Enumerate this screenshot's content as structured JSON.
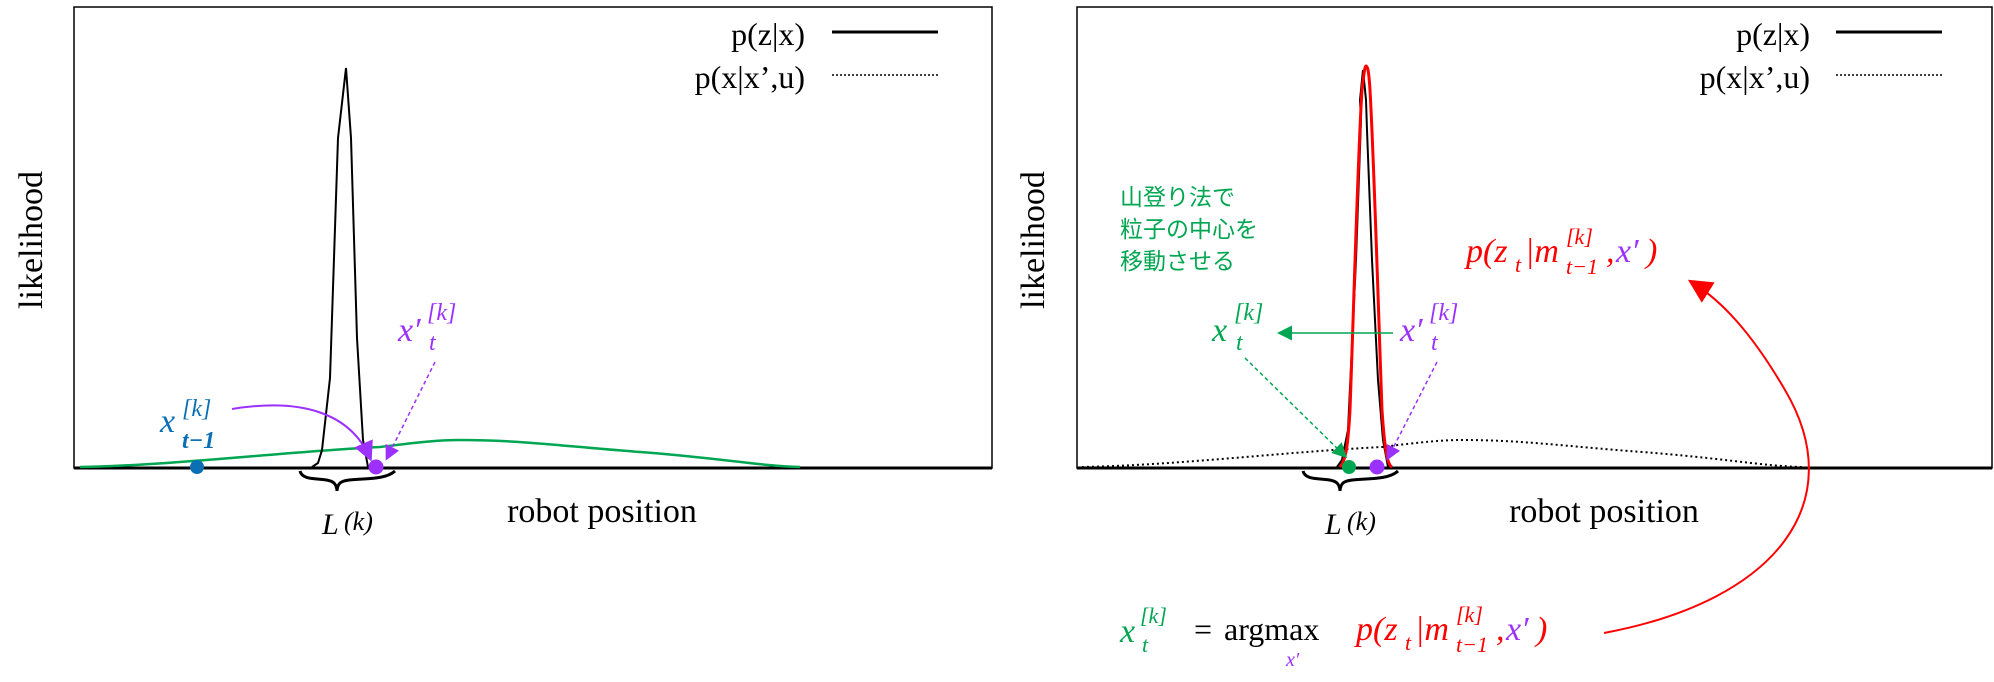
{
  "colors": {
    "black": "#000000",
    "green": "#00a651",
    "purple": "#9b30ff",
    "blue": "#0a6fb4",
    "red": "#ff0000",
    "frame": "#000000"
  },
  "left_panel": {
    "legend": {
      "item1": "p(z|x)",
      "item2": "p(x|x’,u)"
    },
    "ylabel": "likelihood",
    "xlabel": "robot position",
    "brace_label_L": "L",
    "brace_label_k": "(k)",
    "prev_particle": {
      "base": "x",
      "sup": "[k]",
      "sub": "t−1"
    },
    "pred_particle": {
      "base": "x′",
      "sup": "[k]",
      "sub": "t"
    }
  },
  "right_panel": {
    "legend": {
      "item1": "p(z|x)",
      "item2": "p(x|x’,u)"
    },
    "ylabel": "likelihood",
    "xlabel": "robot position",
    "brace_label_L": "L",
    "brace_label_k": "(k)",
    "note_line1": "山登り法で",
    "note_line2": "粒子の中心を",
    "note_line3": "移動させる",
    "new_particle": {
      "base": "x",
      "sup": "[k]",
      "sub": "t"
    },
    "pred_particle": {
      "base": "x′",
      "sup": "[k]",
      "sub": "t"
    },
    "likelihood_expr": {
      "p_open": "p(z",
      "z_sub": "t",
      "bar_m": "|m",
      "m_sup": "[k]",
      "m_sub": "t−1",
      "comma": ",",
      "xprime": "x′",
      "close": ")"
    },
    "equation": {
      "lhs_base": "x",
      "lhs_sup": "[k]",
      "lhs_sub": "t",
      "equals": "=",
      "argmax": "argmax",
      "argmax_sub": "x′"
    }
  }
}
